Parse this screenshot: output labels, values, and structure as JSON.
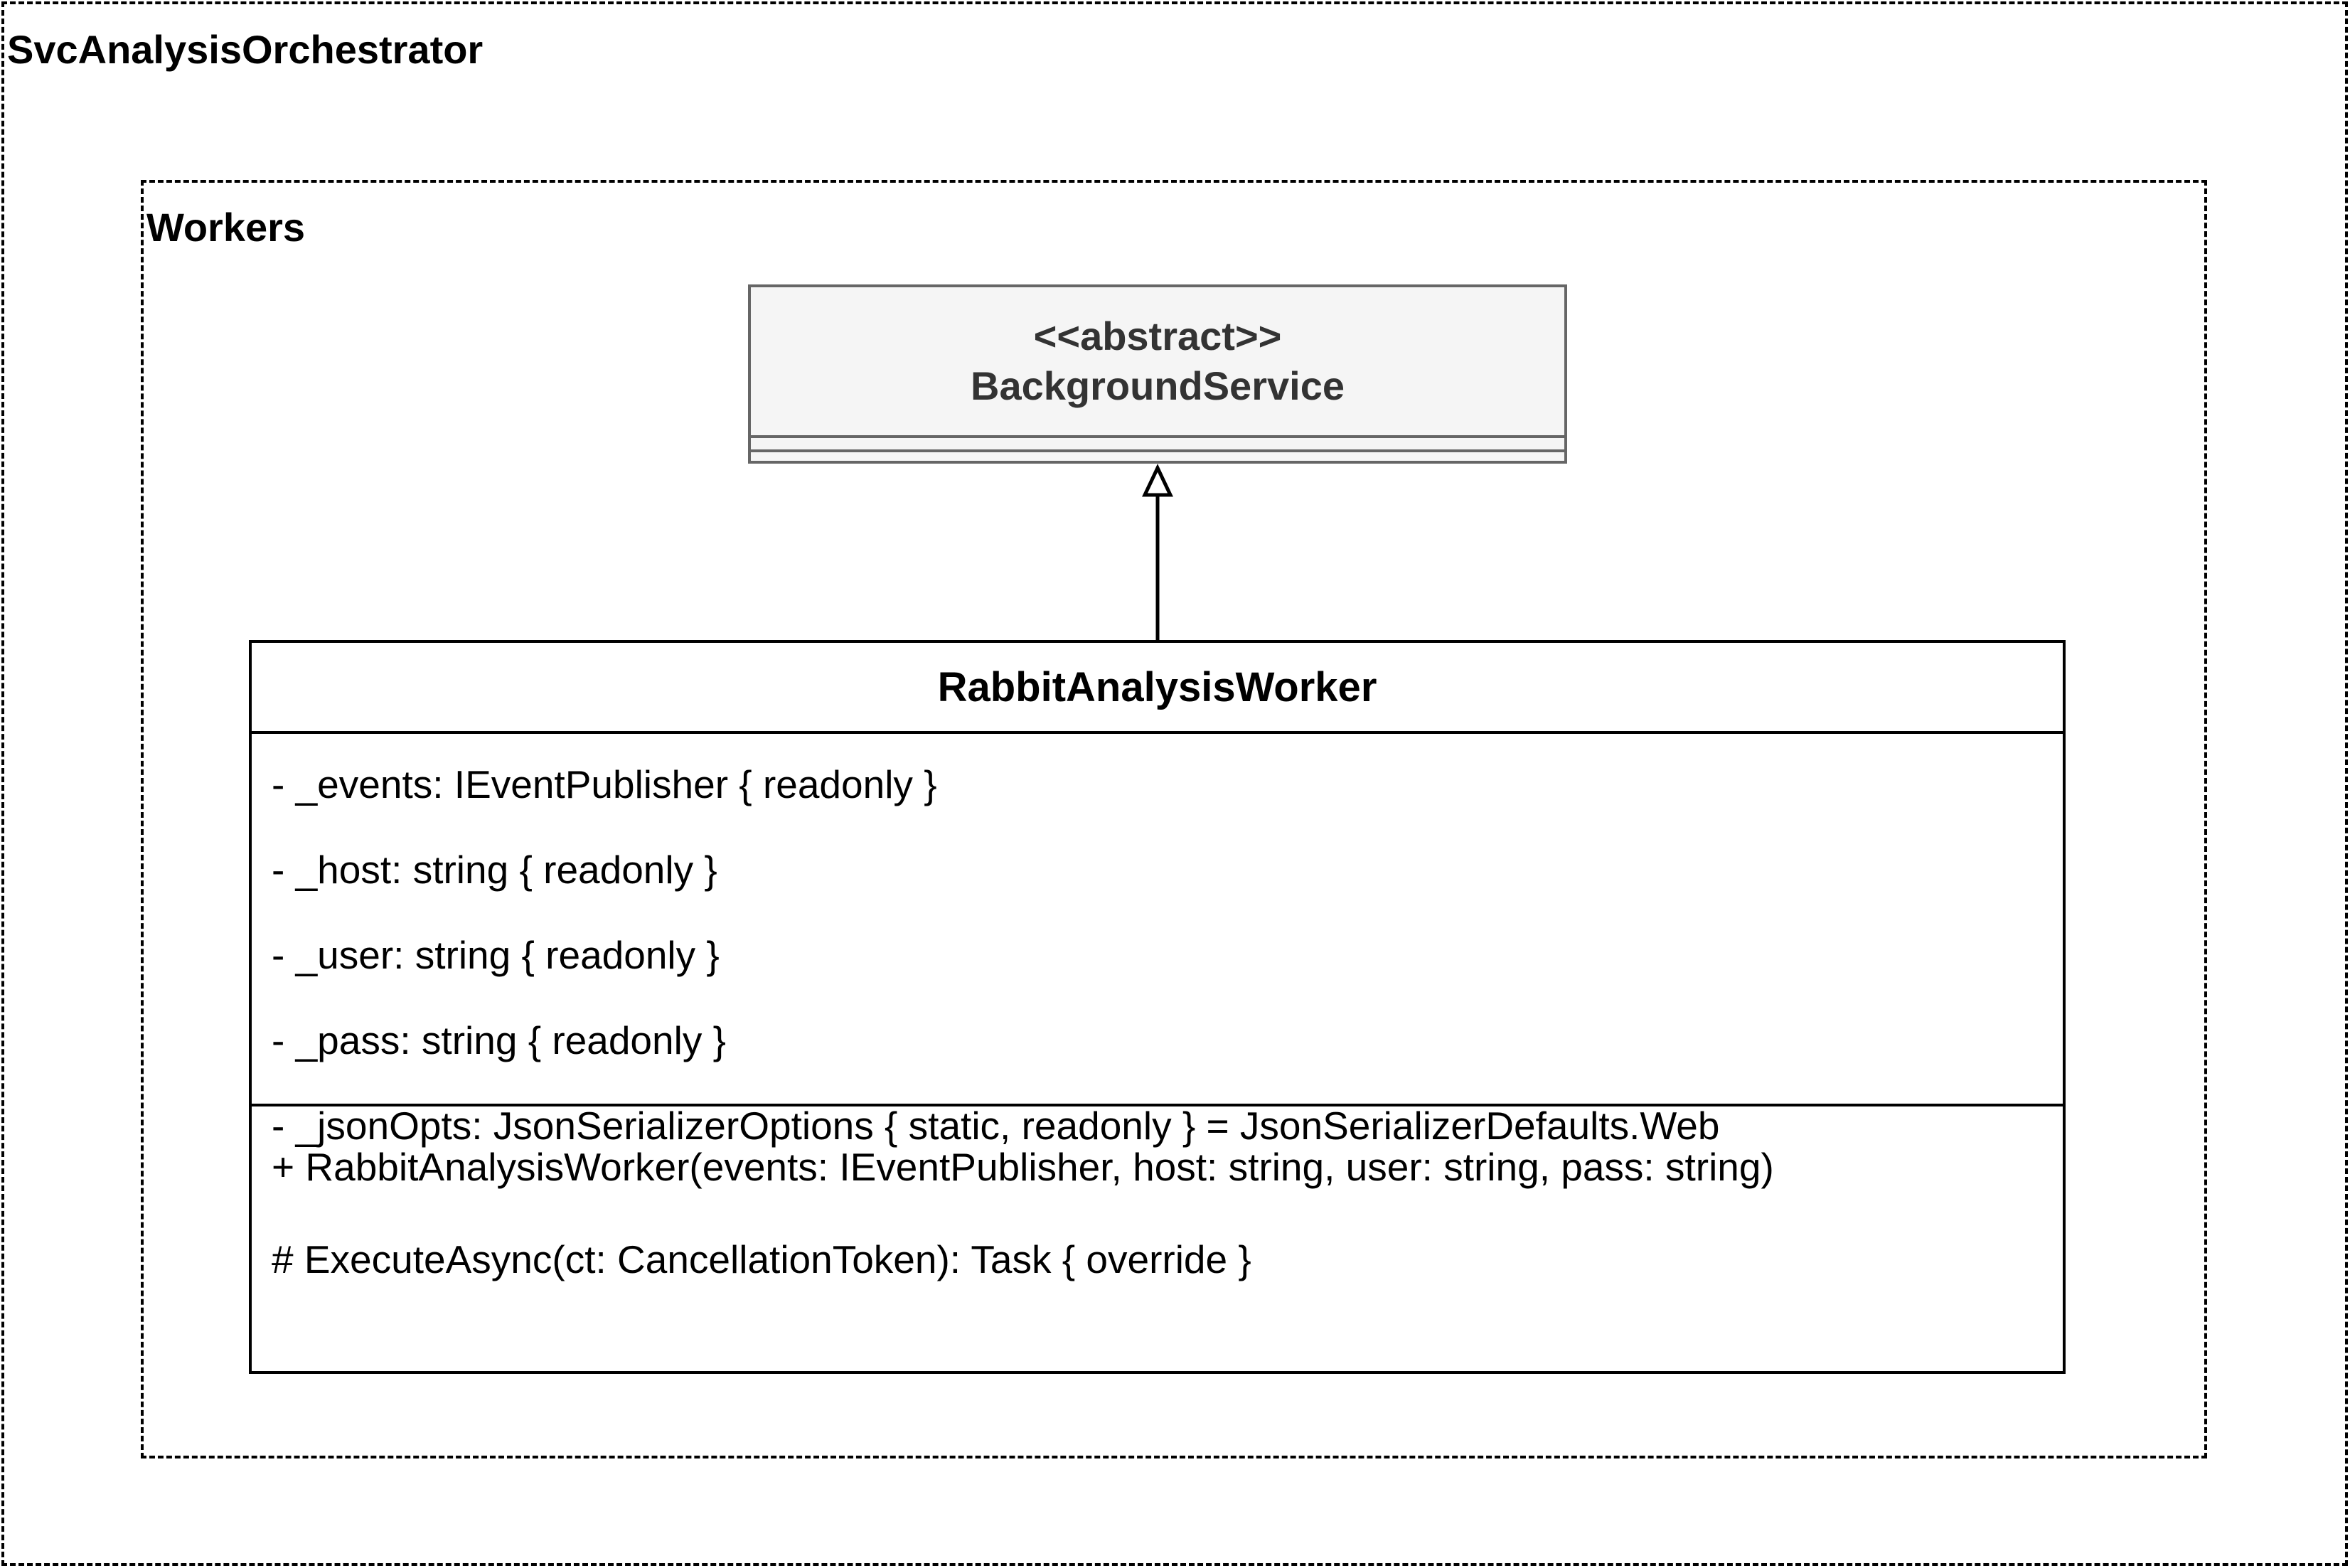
{
  "containers": {
    "outer_title": "SvcAnalysisOrchestrator",
    "inner_title": "Workers"
  },
  "background_service": {
    "stereotype": "<<abstract>>",
    "name": "BackgroundService"
  },
  "worker": {
    "name": "RabbitAnalysisWorker",
    "attributes": [
      "- _events: IEventPublisher { readonly }",
      "- _host: string { readonly }",
      "- _user: string { readonly }",
      "- _pass: string { readonly }",
      "- _jsonOpts: JsonSerializerOptions { static, readonly } = JsonSerializerDefaults.Web"
    ],
    "operations": [
      "+ RabbitAnalysisWorker(events: IEventPublisher, host: string, user: string, pass: string)",
      "# ExecuteAsync(ct: CancellationToken): Task { override }"
    ]
  },
  "relationship": {
    "type": "generalization",
    "color": "#000000"
  },
  "colors": {
    "abstract_fill": "#f5f5f5",
    "abstract_border": "#666666",
    "abstract_text": "#333333"
  }
}
